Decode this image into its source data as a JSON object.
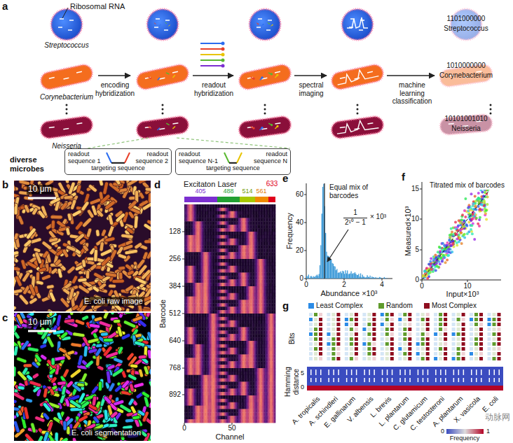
{
  "diagram": {
    "nodes": [
      {
        "text": [
          "readout sequence 1",
          "readout sequence 2",
          "targeting sequence"
        ]
      },
      {
        "text": [
          "readout sequence N-1",
          "readout sequence N",
          "targeting sequence"
        ]
      }
    ],
    "labels": [
      "a",
      "Ribosomal RNA",
      "Streptococcus",
      "Corynebacterium",
      "Neisseria",
      "encoding hybridization",
      "readout hybridization",
      "spectral imaging",
      "machine learning classification",
      "1101000000",
      "Streptococcus",
      "1010000000",
      "Corynebacterium",
      "10101001010",
      "Neisseria",
      "diverse microbes",
      "b",
      "10 μm",
      "E. coli raw image",
      "c",
      "10 μm",
      "E. coli segmentation",
      "d",
      "Excitaton Laser",
      "633",
      "405",
      "488",
      "514",
      "561",
      "128",
      "256",
      "384",
      "512",
      "640",
      "768",
      "892",
      "Barcode",
      "0",
      "50",
      "Channel",
      "e",
      "Frequency",
      "60",
      "40",
      "20",
      "0",
      "Equal mix of barcodes",
      "1",
      "2¹⁰ − 1",
      "× 10³",
      "0",
      "2",
      "4",
      "Abundance ×10³",
      "f",
      "Titrated mix of barcodes",
      "Measured×10³",
      "15",
      "10",
      "5",
      "0",
      "0",
      "10",
      "Input×10³",
      "g",
      "Bits",
      "Hamming distance",
      "5",
      "0",
      "A. tropicalis",
      "A. schindleri",
      "E. gallinarum",
      "V. albensis",
      "L. brevis",
      "L. plantarum",
      "C. glutamicum",
      "C. testosteroni",
      "A. plantarum",
      "X. vasicola",
      "E. coli",
      "0",
      "1",
      "Frequency",
      "动脉网"
    ],
    "legend": [
      {
        "text": "Least Complex",
        "color": "#2b8be6"
      },
      {
        "text": "Random",
        "color": "#5f9b2c"
      },
      {
        "text": "Most Complex",
        "color": "#8f0d1f"
      }
    ]
  }
}
